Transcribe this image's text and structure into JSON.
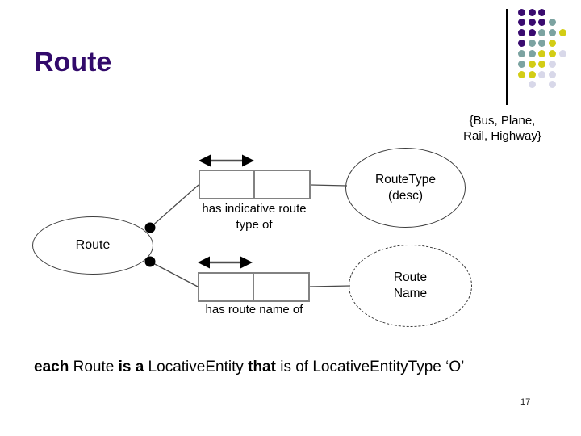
{
  "slide": {
    "title": "Route",
    "page_number": "17",
    "colors": {
      "title_text": "#320A6B",
      "diagram_line": "#4A4A4A",
      "role_box_border": "#828282",
      "mandatory_dot": "#000000",
      "dot_palette": {
        "P": "#3A0B70",
        "T": "#7CA3A1",
        "Y": "#D3CD15",
        "L": "#D8D8E9"
      }
    },
    "decor": {
      "dots_grid": [
        "PPP..",
        "PPPT.",
        "PPTTY",
        "PTTY.",
        "TTYYL",
        "TYYL.",
        "YYLL.",
        ".L.L."
      ]
    }
  },
  "diagram": {
    "value_constraint": {
      "line1": "{Bus, Plane,",
      "line2": "Rail, Highway}"
    },
    "entities": {
      "route": {
        "label": "Route"
      },
      "route_type": {
        "line1": "RouteType",
        "line2": "(desc)"
      },
      "route_name": {
        "line1": "Route",
        "line2": "Name"
      }
    },
    "role_labels": {
      "indicative_route_type": {
        "line1": "has indicative route",
        "line2": "type of"
      },
      "route_name": {
        "line1": "has route name of"
      }
    }
  },
  "verbalization": {
    "segments": [
      {
        "text": "each",
        "bold": true
      },
      {
        "text": " Route ",
        "bold": false
      },
      {
        "text": "is a",
        "bold": true
      },
      {
        "text": " LocativeEntity ",
        "bold": false
      },
      {
        "text": "that",
        "bold": true
      },
      {
        "text": " is of LocativeEntityType ‘O’",
        "bold": false
      }
    ]
  }
}
